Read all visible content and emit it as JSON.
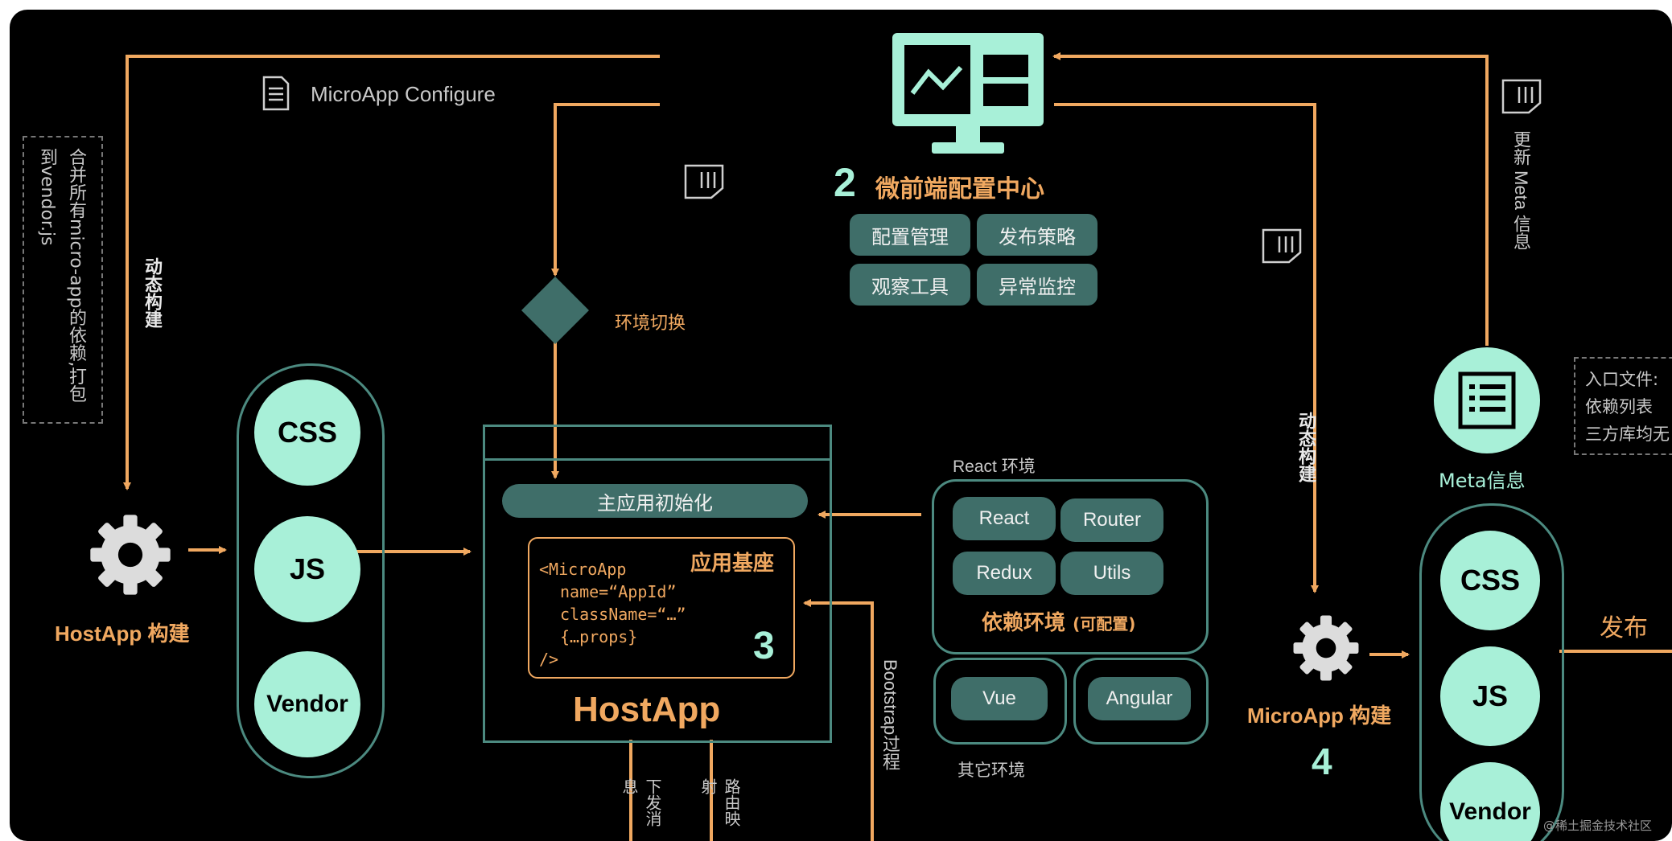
{
  "config": {
    "label": "MicroApp Configure",
    "merge_note": "合并所有micro-app的依赖,打包到vendor.js"
  },
  "center": {
    "number": "2",
    "title": "微前端配置中心",
    "buttons": [
      "配置管理",
      "发布策略",
      "观察工具",
      "异常监控"
    ]
  },
  "left_flow": {
    "label": "动态构建",
    "gear_label": "HostApp 构建",
    "assets": [
      "CSS",
      "JS",
      "Vendor"
    ]
  },
  "switch_label": "环境切换",
  "host": {
    "init_label": "主应用初始化",
    "base_label": "应用基座",
    "code_lines": [
      "<MicroApp",
      "name=“AppId”",
      "className=“…”",
      "{…props}",
      "/>"
    ],
    "number": "3",
    "title": "HostApp"
  },
  "react_env": {
    "label": "React 环境",
    "deps": [
      "React",
      "Router",
      "Redux",
      "Utils"
    ],
    "footer_main": "依赖环境",
    "footer_sub": "(可配置)"
  },
  "other_env": {
    "label": "其它环境",
    "deps": [
      "Vue",
      "Angular"
    ]
  },
  "bottom_labels": [
    "下发消息",
    "路由映射",
    "Bootstrap过程"
  ],
  "right_flow": {
    "update_label": "更新 Meta 信息",
    "meta_label": "Meta信息",
    "info_lines": [
      "入口文件:",
      "依赖列表",
      "三方库均无"
    ],
    "build_label": "动态构建",
    "gear_label": "MicroApp 构建",
    "number": "4",
    "assets": [
      "CSS",
      "JS",
      "Vendor"
    ],
    "publish_label": "发布"
  },
  "watermark": "@稀土掘金技术社区",
  "colors": {
    "orange": "#f0a860",
    "teal": "#a8f0d8",
    "dark_teal": "#3f6e69",
    "frame": "#4c8a80"
  }
}
